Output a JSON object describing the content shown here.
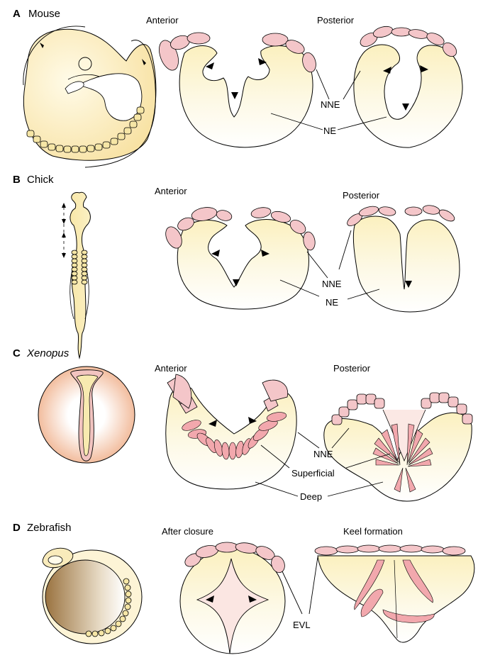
{
  "panels": [
    {
      "letter": "A",
      "organism": "Mouse",
      "italic": false,
      "stage_left": "Anterior",
      "stage_right": "Posterior",
      "labels": [
        "NNE",
        "NE"
      ]
    },
    {
      "letter": "B",
      "organism": "Chick",
      "italic": false,
      "stage_left": "Anterior",
      "stage_right": "Posterior",
      "labels": [
        "NNE",
        "NE"
      ]
    },
    {
      "letter": "C",
      "organism": "Xenopus",
      "italic": true,
      "stage_left": "Anterior",
      "stage_right": "Posterior",
      "labels": [
        "NNE",
        "Superficial",
        "Deep"
      ]
    },
    {
      "letter": "D",
      "organism": "Zebrafish",
      "italic": false,
      "stage_left": "After closure",
      "stage_right": "Keel formation",
      "labels": [
        "EVL"
      ]
    }
  ],
  "colors": {
    "neural_tissue": "#fbf3c8",
    "non_neural_ectoderm": "#f4c6c9",
    "somite": "#f6e6a6",
    "superficial_cell": "#f2a8ad",
    "yolk": "#a07a45"
  }
}
